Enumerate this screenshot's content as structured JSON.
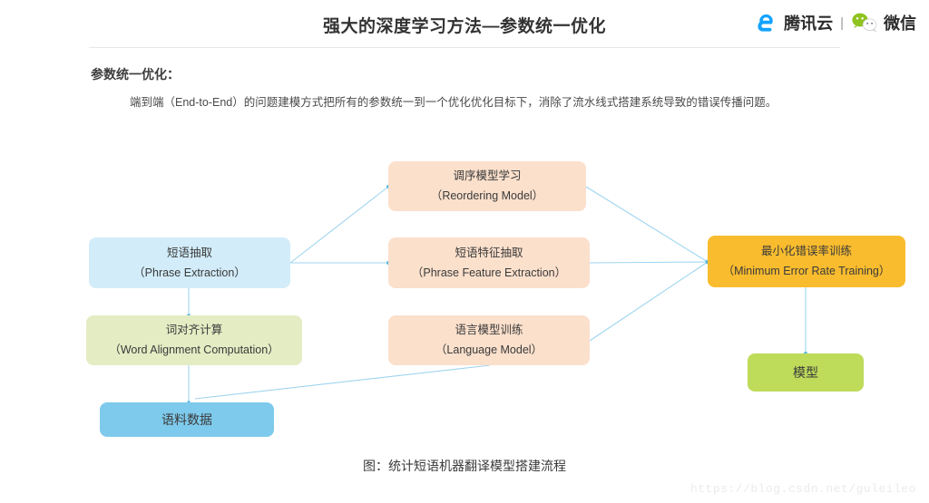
{
  "header": {
    "title": "强大的深度学习方法—参数统一优化",
    "brand_primary": "腾讯云",
    "brand_separator": "|",
    "brand_secondary": "微信",
    "brand_primary_color": "#13a3ff",
    "brand_secondary_color": "#8fc31f"
  },
  "content": {
    "section_heading": "参数统一优化：",
    "paragraph": "端到端（End-to-End）的问题建模方式把所有的参数统一到一个优化优化目标下，消除了流水线式搭建系统导致的错误传播问题。"
  },
  "diagram": {
    "caption": "图：统计短语机器翻译模型搭建流程",
    "connector_color": "#9fd4ef",
    "nodes": [
      {
        "id": "reordering",
        "cn": "调序模型学习",
        "en": "（Reordering Model）",
        "color": "#fbe0cc"
      },
      {
        "id": "phrase-extraction",
        "cn": "短语抽取",
        "en": "（Phrase Extraction）",
        "color": "#d2ecf9"
      },
      {
        "id": "phrase-feature-extraction",
        "cn": "短语特征抽取",
        "en": "（Phrase Feature Extraction）",
        "color": "#fbe0cc"
      },
      {
        "id": "mert",
        "cn": "最小化错误率训练",
        "en": "（Minimum Error Rate Training）",
        "color": "#f9bc2e"
      },
      {
        "id": "word-alignment",
        "cn": "词对齐计算",
        "en": "（Word Alignment Computation）",
        "color": "#e4ecc4"
      },
      {
        "id": "language-model",
        "cn": "语言模型训练",
        "en": "（Language Model）",
        "color": "#fbe0cc"
      },
      {
        "id": "model",
        "cn": "模型",
        "en": "",
        "color": "#bedb5a"
      },
      {
        "id": "corpus",
        "cn": "语料数据",
        "en": "",
        "color": "#7ecaec"
      }
    ]
  },
  "watermark": "https://blog.csdn.net/guleileo"
}
